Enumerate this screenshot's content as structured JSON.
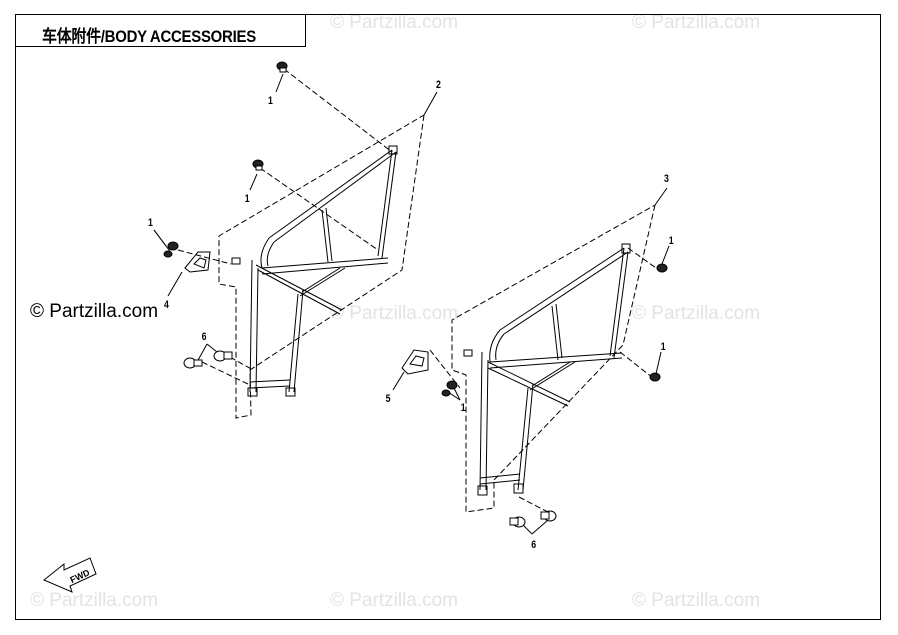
{
  "title": "车体附件/BODY ACCESSORIES",
  "copyright": "© Partzilla.com",
  "watermark": "© Partzilla.com",
  "fwd_label": "FWD",
  "callouts": {
    "c1a": "1",
    "c1b": "1",
    "c1c": "1",
    "c1d": "1",
    "c1e": "1",
    "c1f": "1",
    "c2": "2",
    "c3": "3",
    "c4": "4",
    "c5": "5",
    "c6a": "6",
    "c6b": "6"
  },
  "colors": {
    "line": "#000000",
    "watermark": "#e3e3e3",
    "background": "#ffffff"
  }
}
